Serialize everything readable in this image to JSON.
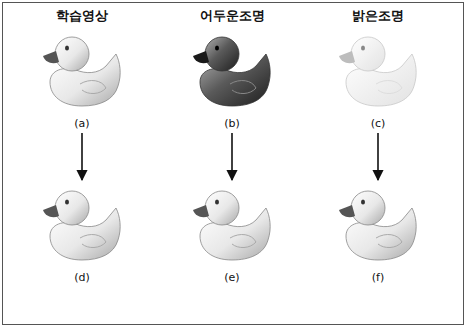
{
  "diagram": {
    "nodes": [
      {
        "text": [
          "(a)"
        ]
      },
      {
        "text": [
          "(b)"
        ]
      },
      {
        "text": [
          "(c)"
        ]
      },
      {
        "text": [
          "(d)"
        ]
      },
      {
        "text": [
          "(e)"
        ]
      },
      {
        "text": [
          "(f)"
        ]
      }
    ],
    "edges": [
      {
        "from": 0,
        "to": 3,
        "arrow": "to"
      },
      {
        "from": 1,
        "to": 4,
        "arrow": "to"
      },
      {
        "from": 2,
        "to": 5,
        "arrow": "to"
      }
    ],
    "labels": [
      "학습영상",
      "어두운조명",
      "밝은조명"
    ]
  }
}
